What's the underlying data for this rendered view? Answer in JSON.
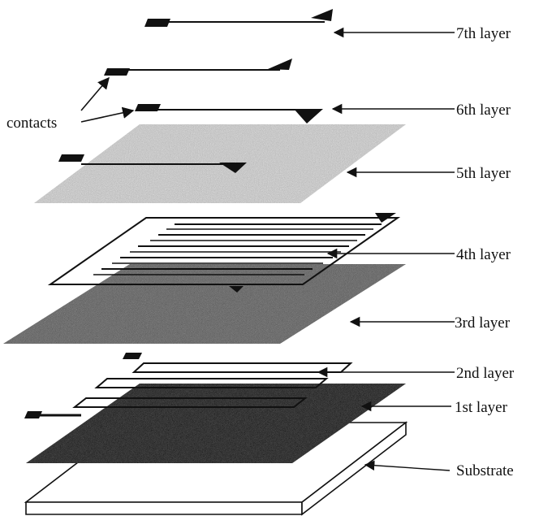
{
  "diagram": {
    "contacts_label": "contacts",
    "layers": [
      {
        "id": "layer-7",
        "label": "7th layer"
      },
      {
        "id": "layer-6",
        "label": "6th layer"
      },
      {
        "id": "layer-5",
        "label": "5th layer"
      },
      {
        "id": "layer-4",
        "label": "4th layer"
      },
      {
        "id": "layer-3",
        "label": "3rd layer"
      },
      {
        "id": "layer-2",
        "label": "2nd layer"
      },
      {
        "id": "layer-1",
        "label": "1st layer"
      },
      {
        "id": "substrate",
        "label": "Substrate"
      }
    ]
  }
}
